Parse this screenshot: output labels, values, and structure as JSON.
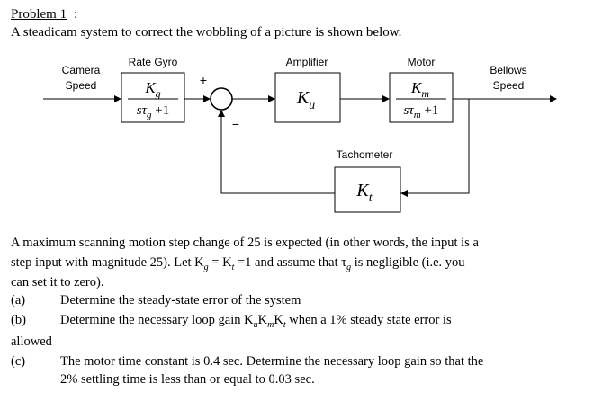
{
  "problem": {
    "title": "Problem 1",
    "intro": "A steadicam system to correct the wobbling of a picture is shown below."
  },
  "diagram": {
    "input_label_line1": "Camera",
    "input_label_line2": "Speed",
    "output_label_line1": "Bellows",
    "output_label_line2": "Speed",
    "rate_gyro": {
      "label": "Rate Gyro",
      "numerator": "K",
      "numerator_sub": "g",
      "denominator": "sτ",
      "denominator_sub": "g",
      "denominator_tail": " +1"
    },
    "amplifier": {
      "label": "Amplifier",
      "symbol": "K",
      "symbol_sub": "u"
    },
    "motor": {
      "label": "Motor",
      "numerator": "K",
      "numerator_sub": "m",
      "denominator": "sτ",
      "denominator_sub": "m",
      "denominator_tail": " +1"
    },
    "tachometer": {
      "label": "Tachometer",
      "symbol": "K",
      "symbol_sub": "t"
    },
    "summing_plus": "+",
    "summing_minus": "−"
  },
  "text": {
    "p1_line1": "A maximum scanning motion step change of 25 is expected (in other words, the input is a",
    "p1_line2_a": "step input with magnitude 25).  Let K",
    "p1_line2_sub1": "g",
    "p1_line2_b": " = K",
    "p1_line2_sub2": "t",
    "p1_line2_c": " =1 and assume that τ",
    "p1_line2_sub3": "g",
    "p1_line2_d": " is negligible (i.e. you",
    "p1_line3": "can set it to zero).",
    "a_label": "(a)",
    "a_text": "Determine the steady-state error of the system",
    "b_label": "(b)",
    "b_text_a": "Determine the necessary loop gain K",
    "b_sub1": "u",
    "b_text_b": "K",
    "b_sub2": "m",
    "b_text_c": "K",
    "b_sub3": "t",
    "b_text_d": " when a 1% steady state error is",
    "b_line2": "allowed",
    "c_label": "(c)",
    "c_line1": "The motor time constant is 0.4 sec.  Determine the necessary loop gain so that the",
    "c_line2": "2% settling time is less than or equal to 0.03 sec."
  }
}
